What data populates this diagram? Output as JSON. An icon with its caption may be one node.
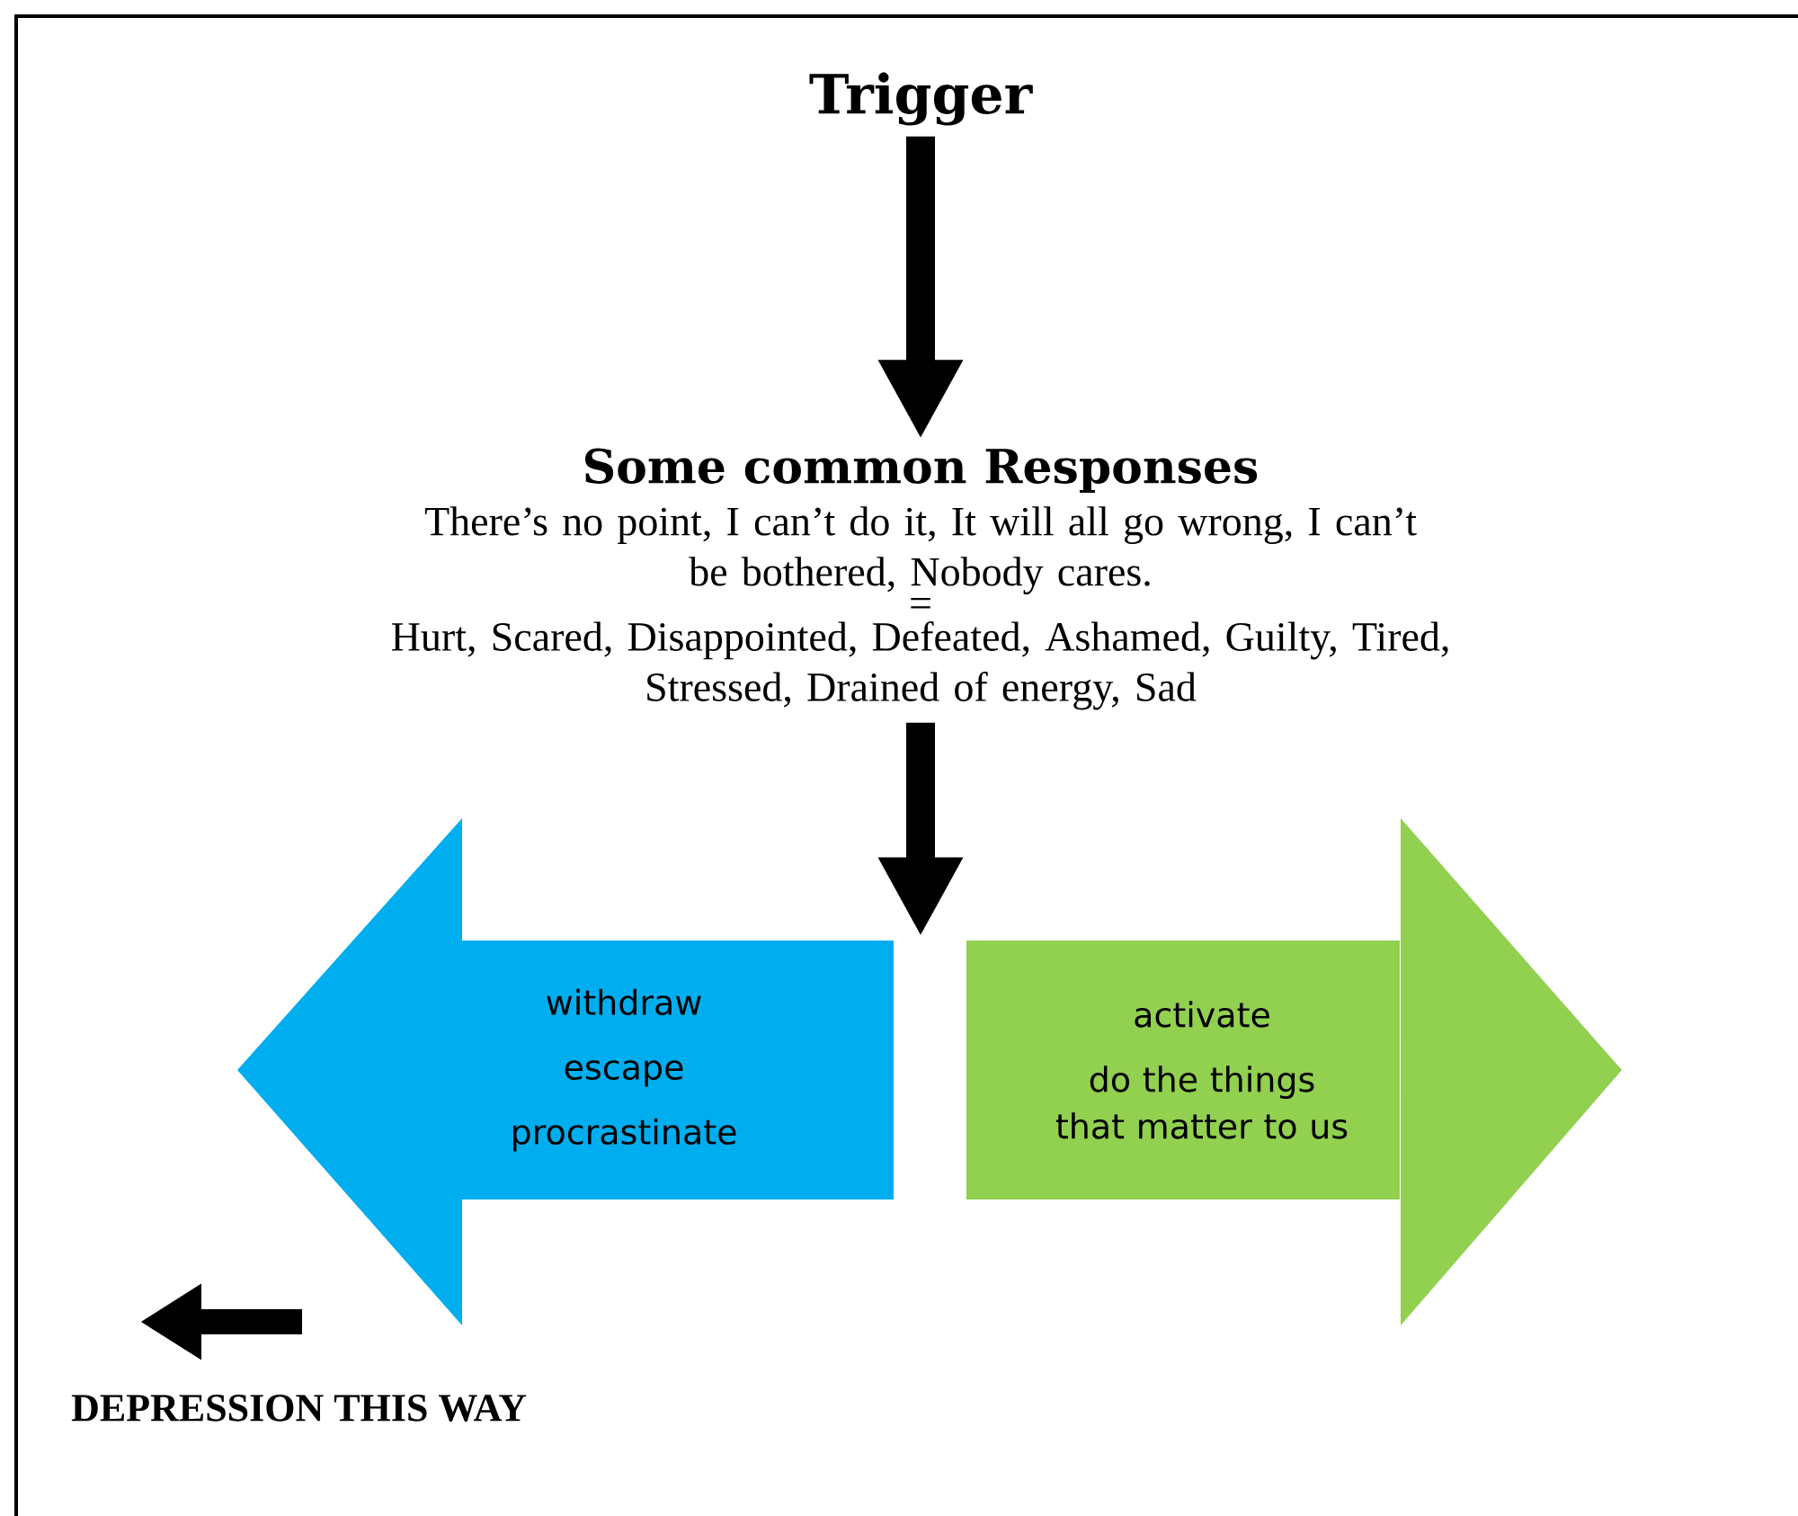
{
  "diagram": {
    "nodes": [
      {
        "text": [
          "Trigger"
        ]
      },
      {
        "text": [
          "Some common Responses",
          "There’s no point, I can’t do it, It will all go wrong, I can’t be bothered, Nobody cares.",
          "=",
          "Hurt, Scared, Disappointed, Defeated, Ashamed, Guilty, Tired, Stressed, Drained of energy, Sad"
        ]
      },
      {
        "text": [
          "withdraw",
          "escape",
          "procrastinate"
        ]
      },
      {
        "text": [
          "activate",
          "do the things that matter to us"
        ]
      }
    ],
    "edges": [
      {
        "from": 0,
        "to": 1,
        "arrow": "to"
      },
      {
        "from": 1,
        "to": 2,
        "arrow": "to"
      }
    ],
    "labels": [
      "DEPRESSION THIS WAY"
    ]
  }
}
